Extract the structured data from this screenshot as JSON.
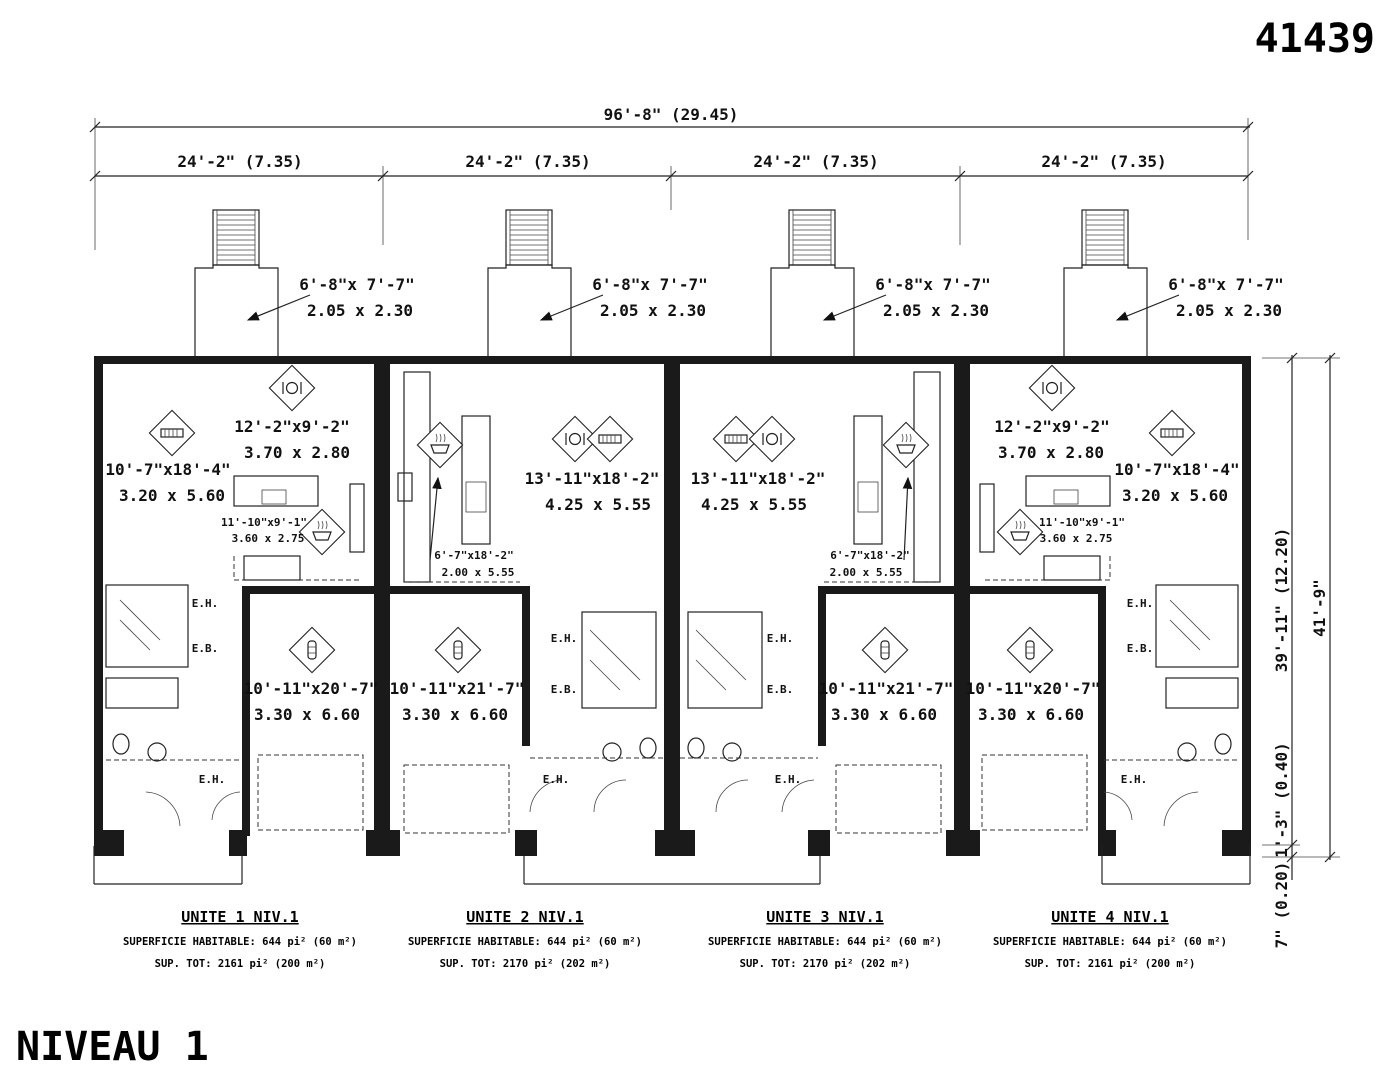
{
  "plan_number": "41439",
  "level_title": "NIVEAU 1",
  "overall_dimension": "96'-8\" (29.45)",
  "unit_width_dimensions": [
    "24'-2\" (7.35)",
    "24'-2\" (7.35)",
    "24'-2\" (7.35)",
    "24'-2\" (7.35)"
  ],
  "side_dimensions": {
    "total_depth": "41'-9\"",
    "main_depth": "39'-11\" (12.20)",
    "step_depth": "1'-3\" (0.40)",
    "small_depth": "7\" (0.20)"
  },
  "balconies": [
    {
      "line1": "6'-8\"x 7'-7\"",
      "line2": "2.05 x 2.30"
    },
    {
      "line1": "6'-8\"x 7'-7\"",
      "line2": "2.05 x 2.30"
    },
    {
      "line1": "6'-8\"x 7'-7\"",
      "line2": "2.05 x 2.30"
    },
    {
      "line1": "6'-8\"x 7'-7\"",
      "line2": "2.05 x 2.30"
    }
  ],
  "rooms": {
    "u1_living": {
      "line1": "10'-7\"x18'-4\"",
      "line2": "3.20 x 5.60"
    },
    "u1_dining": {
      "line1": "12'-2\"x9'-2\"",
      "line2": "3.70 x 2.80"
    },
    "u1_kitchen": {
      "line1": "11'-10\"x9'-1\"",
      "line2": "3.60 x 2.75"
    },
    "u1_garage": {
      "line1": "10'-11\"x20'-7\"",
      "line2": "3.30 x 6.60"
    },
    "u2_kitchen": {
      "line1": "6'-7\"x18'-2\"",
      "line2": "2.00 x 5.55"
    },
    "u2_living": {
      "line1": "13'-11\"x18'-2\"",
      "line2": "4.25 x 5.55"
    },
    "u2_garage": {
      "line1": "10'-11\"x21'-7\"",
      "line2": "3.30 x 6.60"
    },
    "u3_living": {
      "line1": "13'-11\"x18'-2\"",
      "line2": "4.25 x 5.55"
    },
    "u3_kitchen": {
      "line1": "6'-7\"x18'-2\"",
      "line2": "2.00 x 5.55"
    },
    "u3_garage": {
      "line1": "10'-11\"x21'-7\"",
      "line2": "3.30 x 6.60"
    },
    "u4_dining": {
      "line1": "12'-2\"x9'-2\"",
      "line2": "3.70 x 2.80"
    },
    "u4_living": {
      "line1": "10'-7\"x18'-4\"",
      "line2": "3.20 x 5.60"
    },
    "u4_kitchen": {
      "line1": "11'-10\"x9'-1\"",
      "line2": "3.60 x 2.75"
    },
    "u4_garage": {
      "line1": "10'-11\"x20'-7\"",
      "line2": "3.30 x 6.60"
    }
  },
  "equipment": {
    "eh": "E.H.",
    "eb": "E.B."
  },
  "units": [
    {
      "title": "UNITE 1 NIV.1",
      "habitable": "SUPERFICIE HABITABLE: 644 pi² (60 m²)",
      "total": "SUP. TOT: 2161 pi² (200 m²)"
    },
    {
      "title": "UNITE 2 NIV.1",
      "habitable": "SUPERFICIE HABITABLE: 644 pi² (60 m²)",
      "total": "SUP. TOT: 2170 pi² (202 m²)"
    },
    {
      "title": "UNITE 3 NIV.1",
      "habitable": "SUPERFICIE HABITABLE: 644 pi² (60 m²)",
      "total": "SUP. TOT: 2170 pi² (202 m²)"
    },
    {
      "title": "UNITE 4 NIV.1",
      "habitable": "SUPERFICIE HABITABLE: 644 pi² (60 m²)",
      "total": "SUP. TOT: 2161 pi² (200 m²)"
    }
  ]
}
